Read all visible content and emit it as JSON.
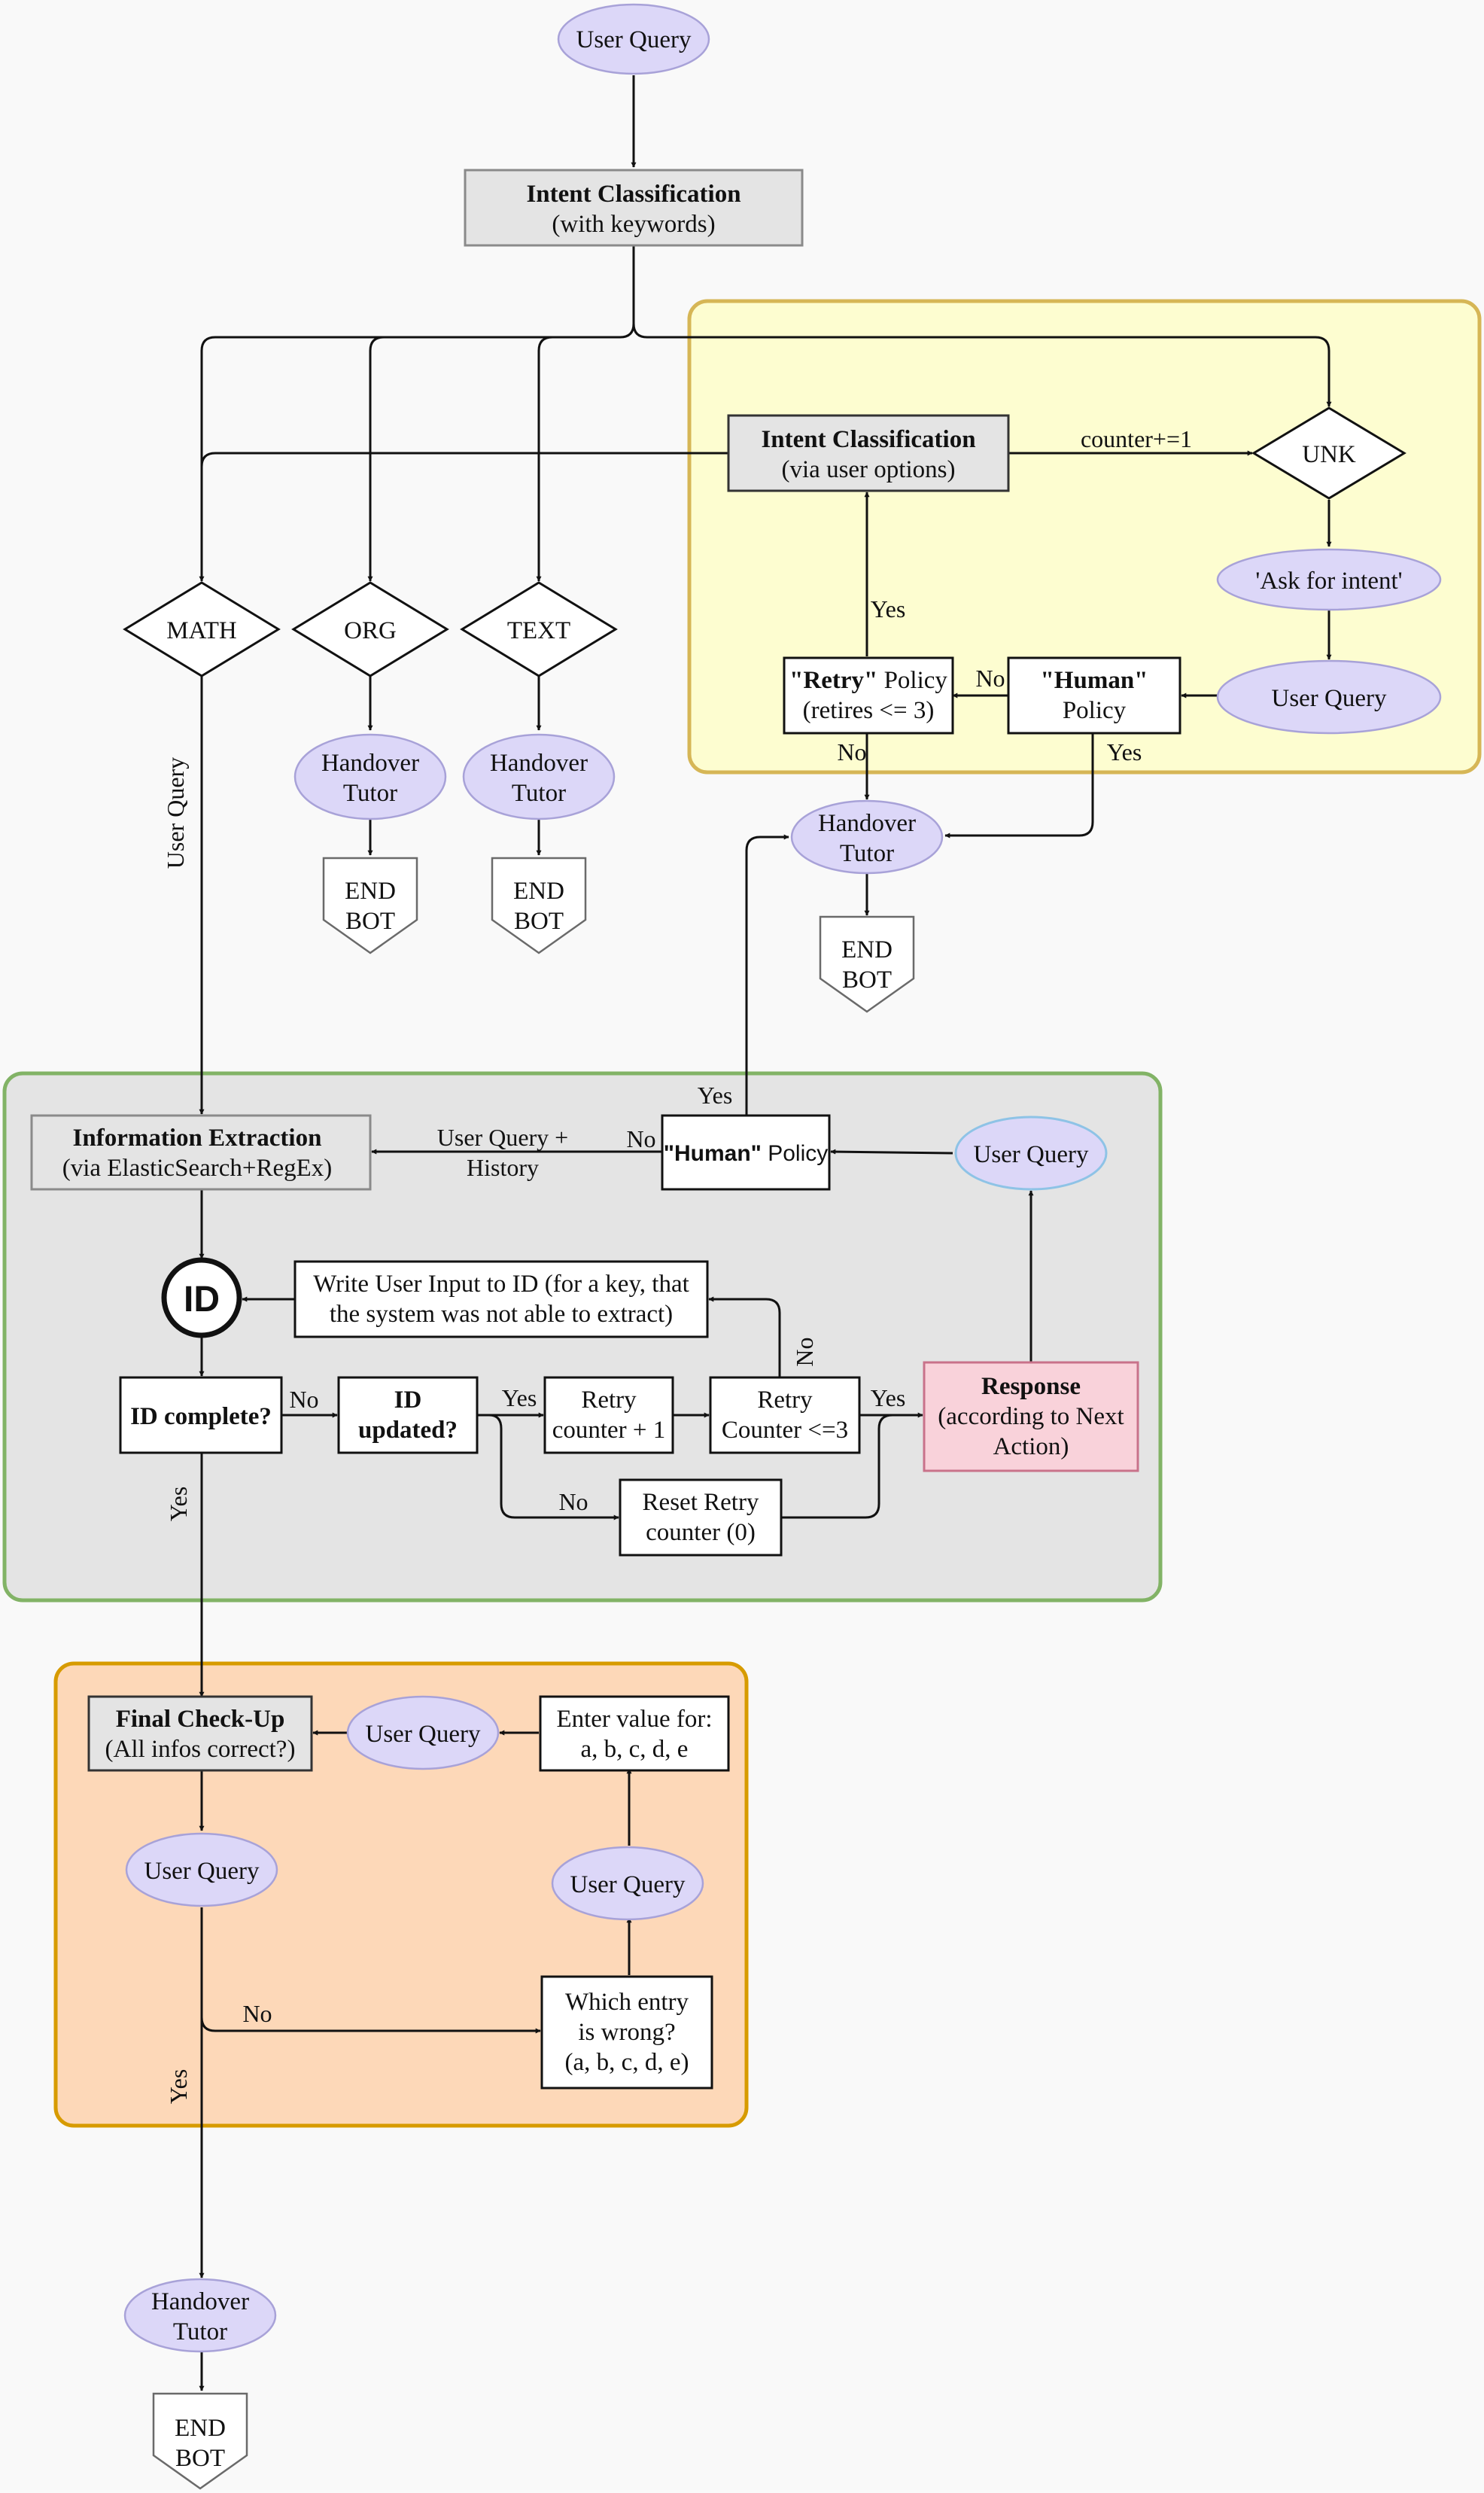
{
  "nodes": {
    "user_query_top": "User Query",
    "intent_classification_title": "Intent Classification",
    "intent_classification_sub": "(with keywords)",
    "math": "MATH",
    "org": "ORG",
    "text": "TEXT",
    "handover_1": "Handover",
    "tutor_1": "Tutor",
    "handover_2": "Handover",
    "tutor_2": "Tutor",
    "end_1": "END",
    "bot_1": "BOT",
    "end_2": "END",
    "bot_2": "BOT",
    "ic_options_title": "Intent Classification",
    "ic_options_sub": "(via user options)",
    "unk": "UNK",
    "ask_for_intent": "'Ask for intent'",
    "user_query_yellow": "User Query",
    "human_policy_bold": "\"Human\"",
    "human_policy_line2": "Policy",
    "retry_policy_bold": "\"Retry\"",
    "retry_policy_rest": " Policy",
    "retry_policy_line2": "(retires <= 3)",
    "handover_3": "Handover",
    "tutor_3": "Tutor",
    "end_3": "END",
    "bot_3": "BOT",
    "info_extraction_title": "Information Extraction",
    "info_extraction_sub": "(via ElasticSearch+RegEx)",
    "human_policy_green_bold": "\"Human\"",
    "human_policy_green_rest": " Policy",
    "user_query_green": "User Query",
    "id_circle": "ID",
    "write_input_line1": "Write User Input to ID (for a key, that",
    "write_input_line2": "the system was not able to extract)",
    "id_complete": "ID complete?",
    "id_updated_line1": "ID",
    "id_updated_line2": "updated?",
    "retry_counter_plus_line1": "Retry",
    "retry_counter_plus_line2": "counter + 1",
    "retry_counter_le_line1": "Retry",
    "retry_counter_le_line2": "Counter <=3",
    "response_title": "Response",
    "response_line2": "(according to Next",
    "response_line3": "Action)",
    "reset_retry_line1": "Reset Retry",
    "reset_retry_line2": "counter (0)",
    "final_checkup_title": "Final Check-Up",
    "final_checkup_sub": "(All infos correct?)",
    "user_query_orange_1": "User Query",
    "enter_value_line1": "Enter value for:",
    "enter_value_line2": "a, b, c, d, e",
    "user_query_orange_2": "User Query",
    "user_query_orange_3": "User Query",
    "which_entry_line1": "Which entry",
    "which_entry_line2": "is wrong?",
    "which_entry_line3": "(a, b, c, d, e)",
    "handover_4": "Handover",
    "tutor_4": "Tutor",
    "end_4": "END",
    "bot_4": "BOT"
  },
  "edge_labels": {
    "counter_increment": "counter+=1",
    "yes_retry_up": "Yes",
    "no_human_to_retry": "No",
    "no_retry_down": "No",
    "yes_human_down": "Yes",
    "user_query_vertical": "User Query",
    "yes_green_up": "Yes",
    "no_green_human": "No",
    "user_query_plus": "User Query +",
    "history": "History",
    "no_id_complete": "No",
    "yes_id_updated": "Yes",
    "no_id_updated": "No",
    "yes_retry_counter": "Yes",
    "no_retry_counter": "No",
    "yes_id_complete": "Yes",
    "no_final": "No",
    "yes_final": "Yes"
  },
  "colors": {
    "yellow_region": "#fdfdd0",
    "yellow_border": "#d6b656",
    "green_region": "#e4e4e4",
    "green_border": "#82b366",
    "orange_region": "#fdd8b8",
    "orange_border": "#d79b00",
    "ellipse_fill": "#dcd7f8",
    "pink_fill": "#f9d2da"
  }
}
